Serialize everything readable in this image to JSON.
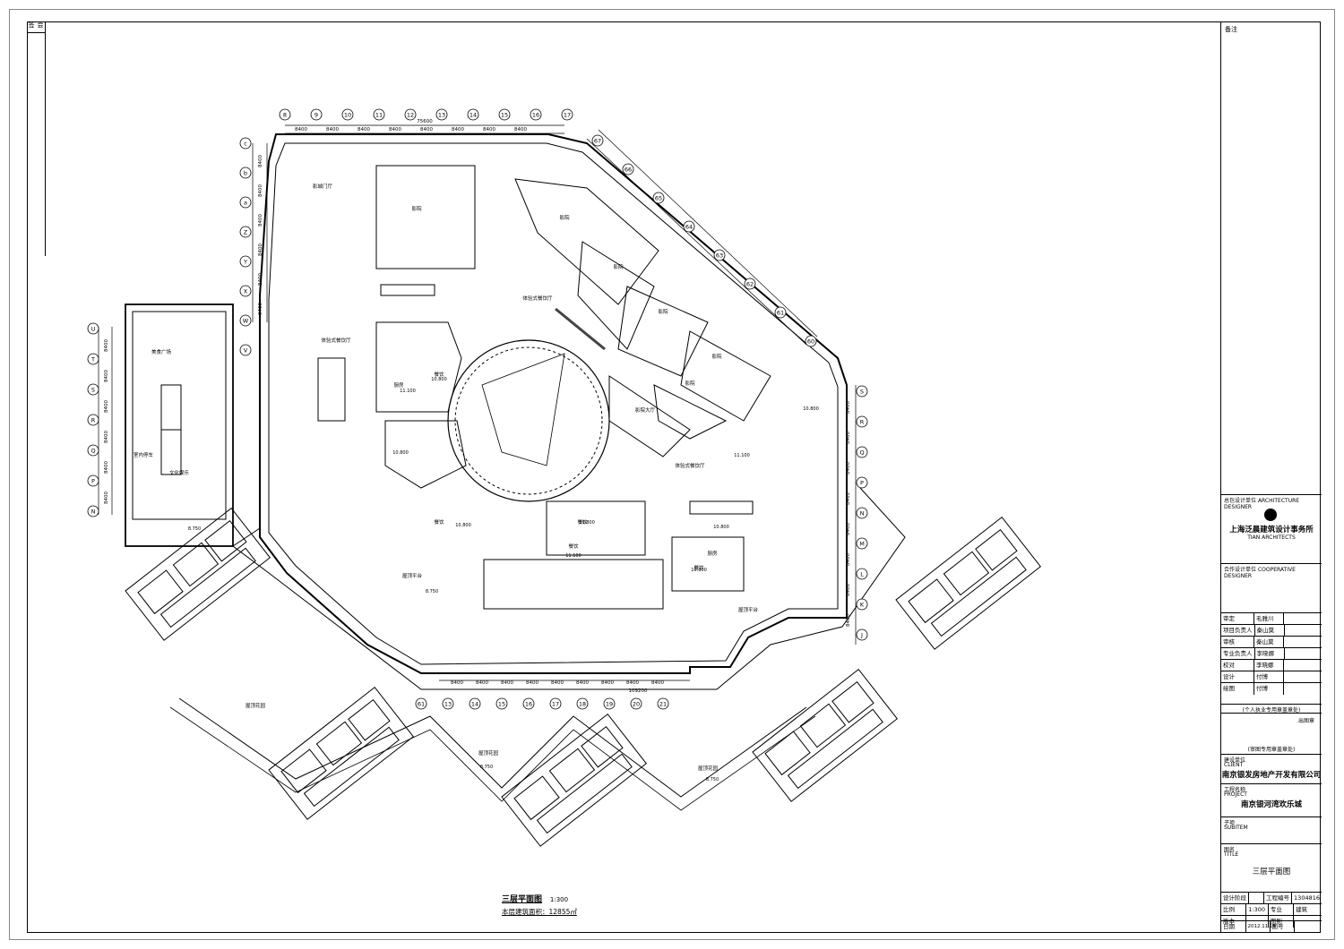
{
  "left_strip": [
    "会签",
    "",
    "",
    "",
    "",
    "",
    "",
    "",
    "",
    "",
    "",
    "",
    "",
    ""
  ],
  "title_block": {
    "remark": "备注",
    "designer_unit_label": "总包设计单位",
    "designer_unit_en": "ARCHITECTURE DESIGNER",
    "firm_name": "上海泛晨建筑设计事务所",
    "firm_en": "TIAN ARCHITECTS",
    "coop_label": "合作设计单位",
    "coop_en": "COOPERATIVE DESIGNER",
    "signoff_rows": [
      {
        "role": "审定",
        "name": "毛雅川"
      },
      {
        "role": "项目负责人",
        "name": "秦山莫"
      },
      {
        "role": "审核",
        "name": "秦山莫"
      },
      {
        "role": "专业负责人",
        "name": "李晓娜"
      },
      {
        "role": "校对",
        "name": "李晓娜"
      },
      {
        "role": "设计",
        "name": "付博"
      },
      {
        "role": "绘图",
        "name": "付博"
      }
    ],
    "personal_seal": "(个人执业专用章盖章处)",
    "out_of_pic": "出图章",
    "approval_seal": "(审图专用章盖章处)",
    "client_label": "建设单位",
    "client_en": "CLIENT",
    "client_name": "南京银发房地产开发有限公司",
    "project_label": "工程名称",
    "project_en": "PROJECT",
    "project_name": "南京银河湾欢乐城",
    "sub_label": "子项",
    "sub_en": "SUBITEM",
    "drawing_label": "图名",
    "drawing_en": "TITLE",
    "drawing_name": "三层平面图",
    "phase_label": "设计阶段",
    "drawing_no_label": "工程编号",
    "drawing_no": "1304816",
    "scale_label": "比例",
    "scale": "1:300",
    "discipline_label": "专业",
    "discipline": "建筑",
    "version_label": "版本",
    "sheet_label": "图别",
    "date_label": "日期",
    "date": "2012.11.16",
    "sheet_no_label": "图号"
  },
  "plan": {
    "title": "三层平面图",
    "scale": "1:300",
    "area_text": "本层建筑面积：12855㎡",
    "top_axes": [
      "8",
      "9",
      "10",
      "11",
      "12",
      "13",
      "14",
      "15",
      "16",
      "17"
    ],
    "top_dims": [
      "8400",
      "8400",
      "8400",
      "8400",
      "8400",
      "8400",
      "8400",
      "8400"
    ],
    "top_total": "75600",
    "left_axes": [
      "c",
      "b",
      "a",
      "Z",
      "Y",
      "X",
      "W",
      "V"
    ],
    "left_dims": [
      "8400",
      "8400",
      "8400",
      "8400",
      "8400",
      "9400"
    ],
    "far_left_axes": [
      "U",
      "T",
      "S",
      "R",
      "Q",
      "P",
      "N"
    ],
    "far_left_dims": [
      "8400",
      "8400",
      "8400",
      "8400",
      "8400",
      "8400"
    ],
    "right_axes": [
      "S",
      "R",
      "Q",
      "P",
      "N",
      "M",
      "L",
      "K",
      "J"
    ],
    "right_dims": [
      "8400",
      "8400",
      "8400",
      "8400",
      "8400",
      "8400",
      "8400",
      "8400"
    ],
    "diag_axes": [
      "67",
      "66",
      "65",
      "64",
      "63",
      "62",
      "61",
      "60"
    ],
    "bottom_axes": [
      "61",
      "13",
      "14",
      "15",
      "16",
      "17",
      "18",
      "19",
      "20",
      "21"
    ],
    "bottom_dims": [
      "8400",
      "8400",
      "8400",
      "8400",
      "8400",
      "8400",
      "8400",
      "8400",
      "8400"
    ],
    "bottom_total": "109200",
    "rooms": [
      "影城门厅",
      "影院",
      "影院",
      "影院",
      "影院",
      "影院",
      "影院",
      "美食广场",
      "餐饮",
      "厨房",
      "影院大厅",
      "餐饮",
      "餐饮",
      "餐饮",
      "餐饮",
      "厨房",
      "体验式餐饮厅",
      "体验式餐饮厅",
      "体验式餐饮厅",
      "屋顶平台",
      "屋顶平台",
      "屋顶花园",
      "屋顶花园",
      "文化娱乐",
      "室内停车",
      "屋顶花园"
    ],
    "elevations": [
      "11.100",
      "11.100",
      "10.800",
      "10.800",
      "10.800",
      "10.800",
      "10.800",
      "10.800",
      "10.800",
      "11.100",
      "8.750",
      "8.750",
      "8.750",
      "8.750"
    ]
  }
}
